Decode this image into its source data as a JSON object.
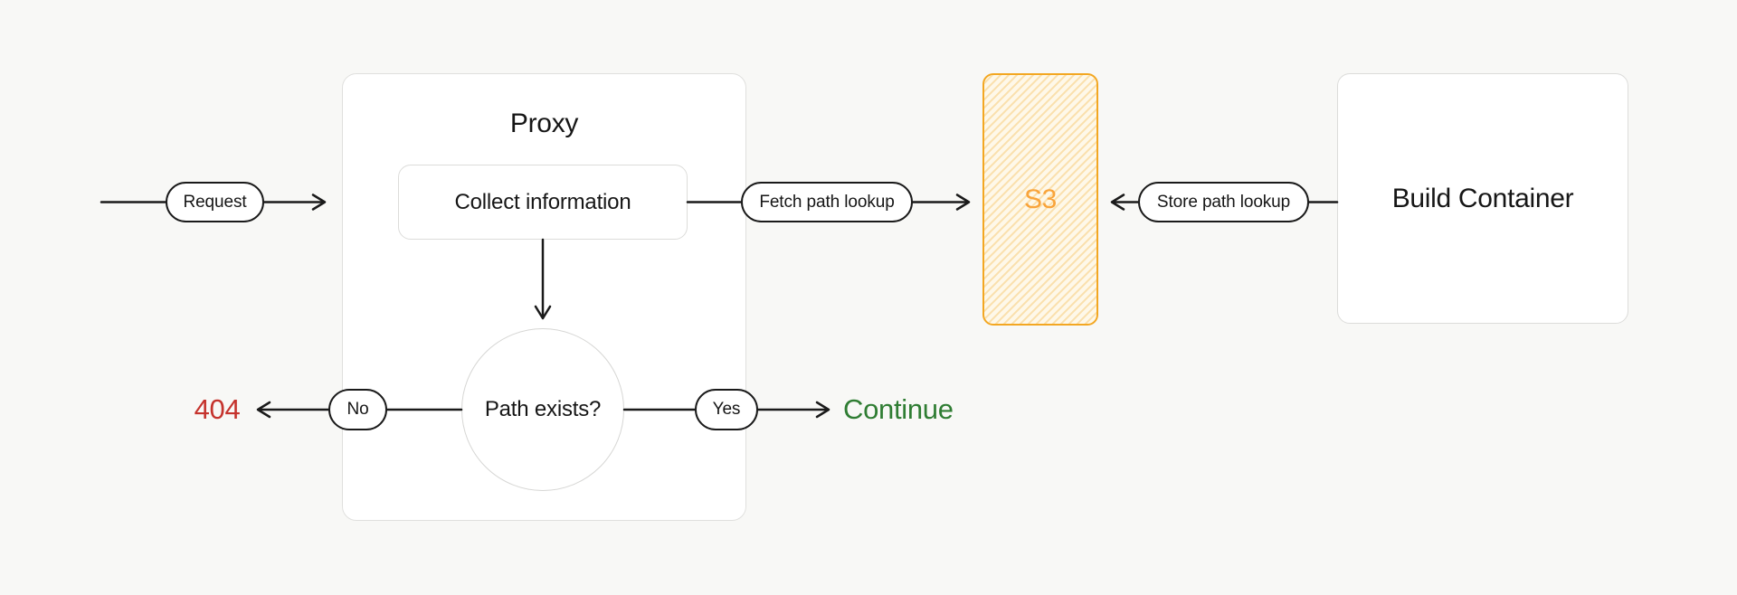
{
  "diagram": {
    "nodes": {
      "proxy": {
        "title": "Proxy"
      },
      "collect_information": {
        "label": "Collect information"
      },
      "decision": {
        "label": "Path exists?"
      },
      "s3": {
        "label": "S3"
      },
      "build_container": {
        "label": "Build Container"
      }
    },
    "edge_labels": {
      "request": "Request",
      "fetch_path_lookup": "Fetch path lookup",
      "store_path_lookup": "Store path lookup",
      "no": "No",
      "yes": "Yes"
    },
    "outcomes": {
      "not_found": {
        "label": "404",
        "color": "#C5332D"
      },
      "continue": {
        "label": "Continue",
        "color": "#2F7D33"
      }
    },
    "colors": {
      "background": "#F8F8F6",
      "connector_stroke": "#1A1A1A",
      "node_border": "#DCDCDA",
      "s3_border": "#F3A722",
      "s3_text": "#F9A43B",
      "s3_stripe": "#FAE0AC",
      "s3_background": "#FEF8E9"
    }
  }
}
